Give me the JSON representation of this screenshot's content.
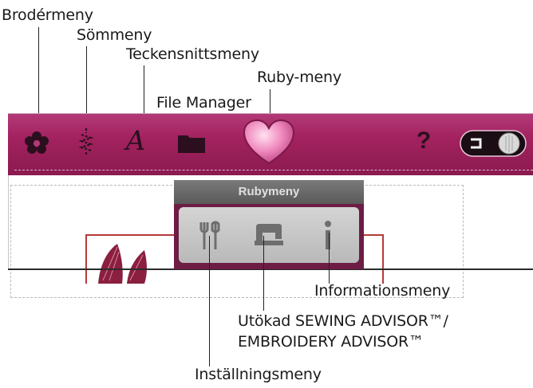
{
  "callouts": {
    "embroidery_menu": "Brodérmeny",
    "stitch_menu": "Sömmeny",
    "font_menu": "Teckensnittsmeny",
    "ruby_menu": "Ruby-meny",
    "file_manager": "File Manager",
    "info_menu": "Informationsmeny",
    "advisor_line1": "Utökad SEWING ADVISOR™/",
    "advisor_line2": "EMBROIDERY ADVISOR™",
    "settings_menu": "Inställningsmeny"
  },
  "toolbar": {
    "help_label": "?",
    "icons": [
      "flower-icon",
      "stitch-icon",
      "font-icon",
      "folder-icon",
      "heart-icon",
      "help-icon",
      "mode-toggle"
    ]
  },
  "ruby_popup": {
    "title": "Rubymeny",
    "buttons": [
      "settings-icon",
      "sewing-advisor-icon",
      "info-icon"
    ]
  },
  "colors": {
    "toolbar": "#a3225f",
    "popup": "#6d1d44",
    "heart": "#f08cc0"
  }
}
